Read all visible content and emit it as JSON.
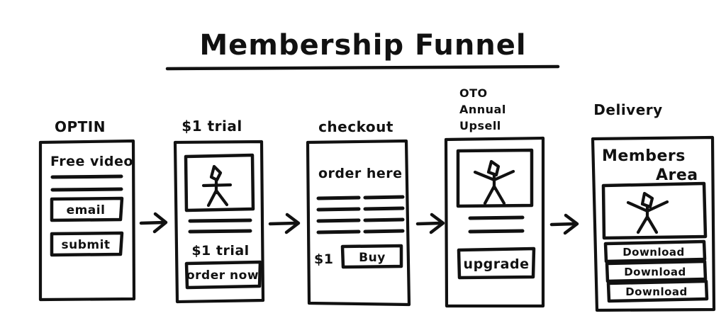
{
  "title": "Membership Funnel",
  "panels": [
    {
      "id": "optin",
      "label": "OPTIN",
      "heading": "Free video",
      "fields": [
        {
          "name": "email-field",
          "label": "email"
        },
        {
          "name": "submit-button",
          "label": "submit"
        }
      ]
    },
    {
      "id": "trial",
      "label": "$1 trial",
      "media": "stick-figure-video",
      "price": "$1 trial",
      "cta": "order now"
    },
    {
      "id": "checkout",
      "label": "checkout",
      "heading": "order here",
      "price": "$1",
      "cta": "Buy"
    },
    {
      "id": "oto",
      "label_lines": [
        "OTO",
        "Annual",
        "Upsell"
      ],
      "media": "stick-figure-video",
      "cta": "upgrade"
    },
    {
      "id": "delivery",
      "label": "Delivery",
      "heading_lines": [
        "Members",
        "Area"
      ],
      "media": "stick-figure-video",
      "downloads": [
        "Download",
        "Download",
        "Download"
      ]
    }
  ],
  "arrows": [
    {
      "name": "arrow-optin-to-trial"
    },
    {
      "name": "arrow-trial-to-checkout"
    },
    {
      "name": "arrow-checkout-to-oto"
    },
    {
      "name": "arrow-oto-to-delivery"
    }
  ],
  "colors": {
    "ink": "#111111",
    "paper": "#ffffff"
  }
}
